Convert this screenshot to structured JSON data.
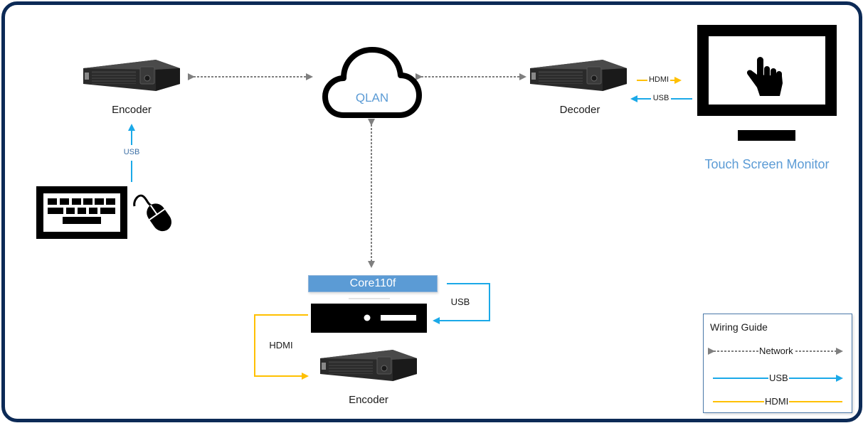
{
  "diagram": {
    "colors": {
      "frame": "#0c2a56",
      "network": "#7f7f7f",
      "usb": "#1ba9e8",
      "hdmi": "#ffc000",
      "accent_blue": "#5b9bd5"
    },
    "cloud": {
      "label": "QLAN",
      "icon": "cloud-icon"
    },
    "encoder_top": {
      "label": "Encoder",
      "icon": "encoder-device-icon"
    },
    "decoder": {
      "label": "Decoder",
      "icon": "decoder-device-icon"
    },
    "encoder_bottom": {
      "label": "Encoder",
      "icon": "encoder-device-icon"
    },
    "monitor": {
      "label": "Touch Screen Monitor",
      "icon": "touch-monitor-icon"
    },
    "peripherals": {
      "keyboard_icon": "keyboard-icon",
      "mouse_icon": "mouse-icon"
    },
    "core": {
      "label": "Core110f",
      "icon": "core-server-icon"
    },
    "connections": {
      "keyboard_to_encoder": "USB",
      "decoder_to_monitor_hdmi": "HDMI",
      "monitor_to_decoder_usb": "USB",
      "core_usb_loop": "USB",
      "core_to_encoder_hdmi": "HDMI"
    },
    "legend": {
      "title": "Wiring Guide",
      "items": [
        {
          "label": "Network",
          "type": "network"
        },
        {
          "label": "USB",
          "type": "usb"
        },
        {
          "label": "HDMI",
          "type": "hdmi"
        }
      ]
    }
  }
}
